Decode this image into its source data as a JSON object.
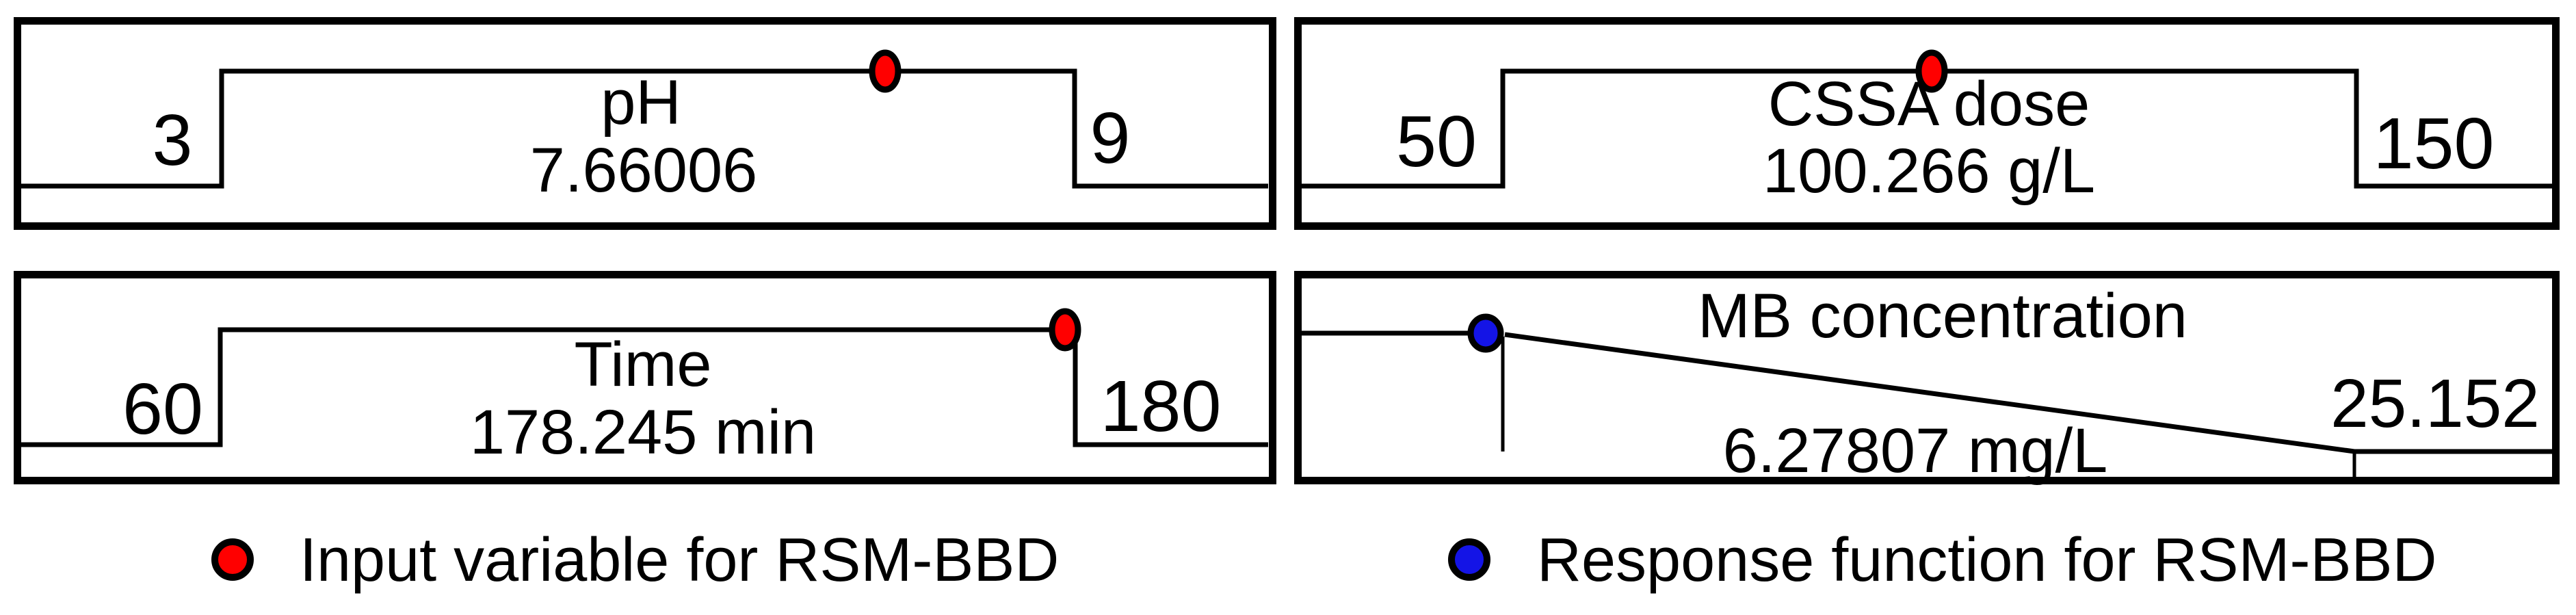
{
  "colors": {
    "input_dot": "#ff0000",
    "response_dot": "#1414e6",
    "line": "#000000",
    "background": "#ffffff"
  },
  "panels": {
    "ph": {
      "title": "pH",
      "value": "7.66006",
      "low_label": "3",
      "high_label": "9"
    },
    "cssa_dose": {
      "title": "CSSA dose",
      "value": "100.266 g/L",
      "low_label": "50",
      "high_label": "150"
    },
    "time": {
      "title": "Time",
      "value": "178.245 min",
      "low_label": "60",
      "high_label": "180"
    },
    "mb_concentration": {
      "title": "MB concentration",
      "value": "6.27807 mg/L",
      "high_label": "25.152"
    }
  },
  "legend": {
    "input_label": "Input variable for RSM-BBD",
    "response_label": "Response function for RSM-BBD"
  },
  "chart_data": [
    {
      "type": "ramp",
      "role": "input",
      "title": "pH",
      "low": 3,
      "high": 9,
      "selected_value": 7.66006,
      "unit": "",
      "marker_color": "#ff0000",
      "goal": "in range"
    },
    {
      "type": "ramp",
      "role": "input",
      "title": "CSSA dose",
      "low": 50,
      "high": 150,
      "selected_value": 100.266,
      "unit": "g/L",
      "marker_color": "#ff0000",
      "goal": "in range"
    },
    {
      "type": "ramp",
      "role": "input",
      "title": "Time",
      "low": 60,
      "high": 180,
      "selected_value": 178.245,
      "unit": "min",
      "marker_color": "#ff0000",
      "goal": "in range"
    },
    {
      "type": "ramp",
      "role": "response",
      "title": "MB concentration",
      "high": 25.152,
      "predicted_value": 6.27807,
      "unit": "mg/L",
      "marker_color": "#1414e6",
      "goal": "minimize"
    }
  ]
}
